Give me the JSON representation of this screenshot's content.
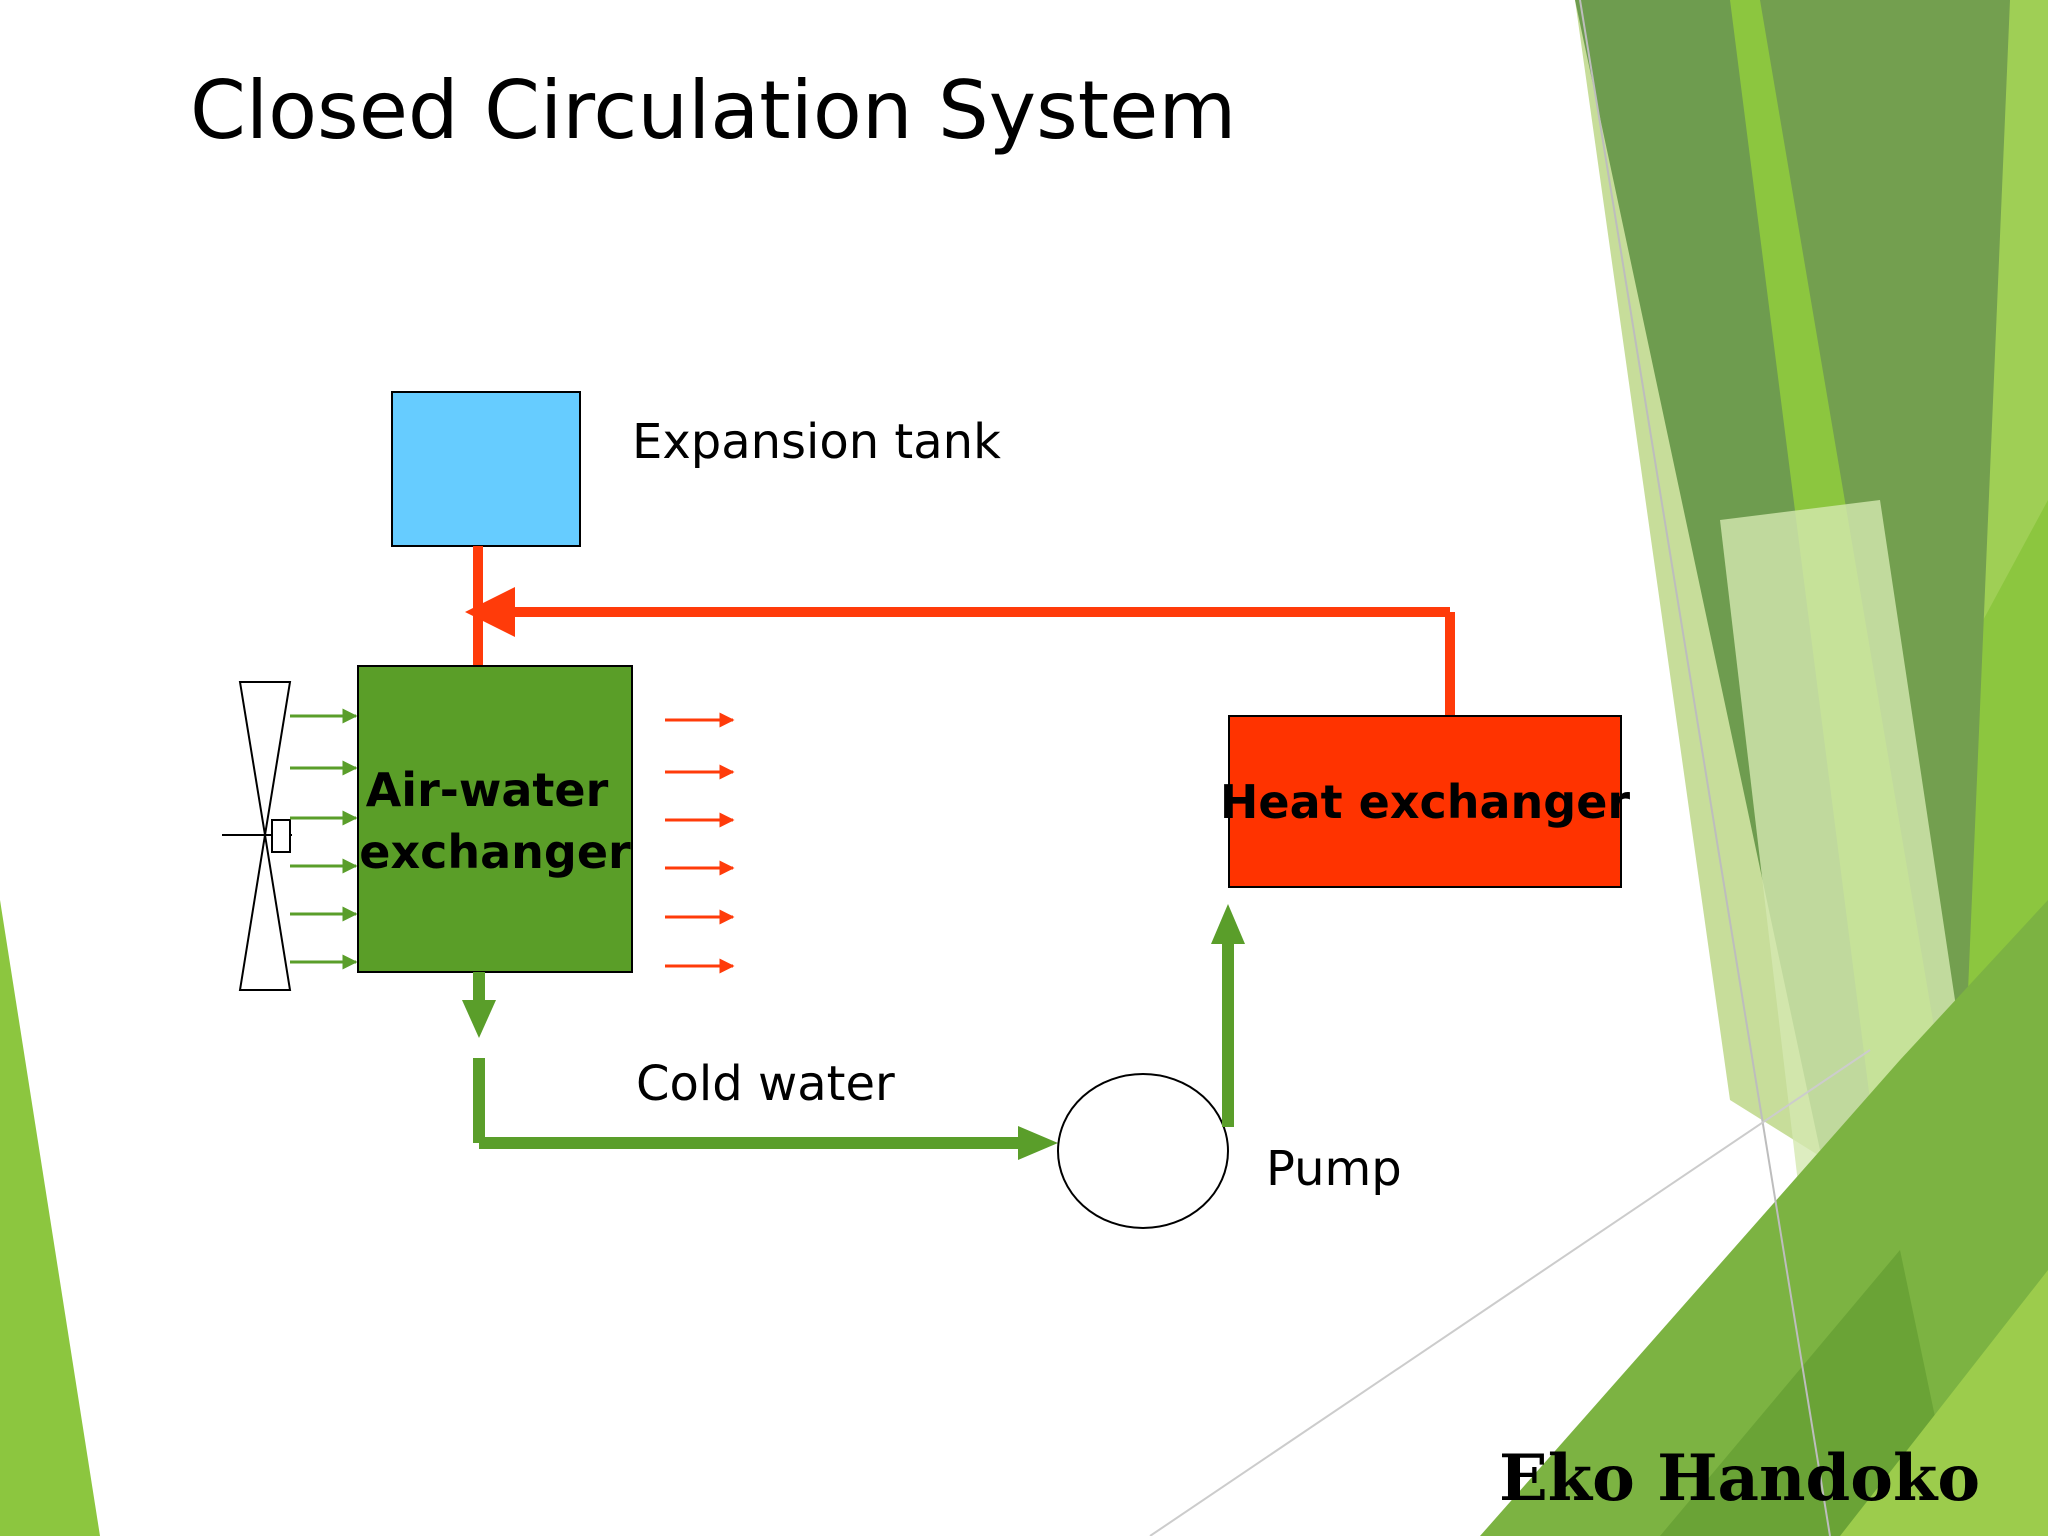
{
  "slide": {
    "title": "Closed Circulation System",
    "author": "Eko Handoko"
  },
  "diagram": {
    "components": {
      "expansion_tank": "Expansion tank",
      "air_water_exchanger": [
        "Air-water",
        "exchanger"
      ],
      "heat_exchanger": "Heat exchanger",
      "pump": "Pump"
    },
    "flow_labels": {
      "cold_water": "Cold water"
    }
  },
  "colors": {
    "hot_flow": "#ff3b0a",
    "cold_flow": "#5a9e2a",
    "tank_fill": "#66ccff",
    "exchanger_fill": "#5a9e28",
    "heat_exchanger_fill": "#ff3300",
    "theme_green_dark": "#6a9a4a",
    "theme_green_light": "#8cc63f"
  }
}
